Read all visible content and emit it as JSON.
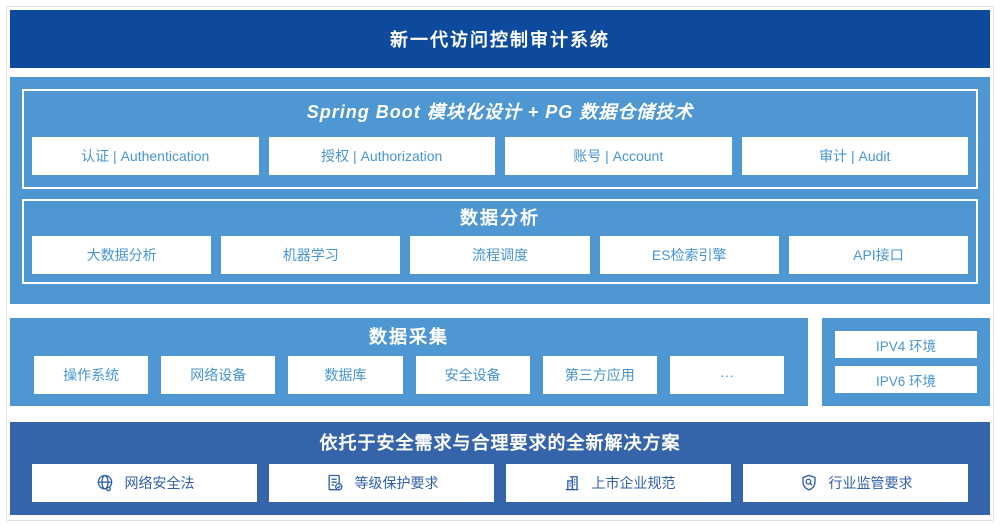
{
  "page": {
    "title": "新一代访问控制审计系统"
  },
  "colors": {
    "dark_blue": "#0d4a9e",
    "medium_blue": "#3564ab",
    "light_blue": "#4e97d3",
    "light_box_text": "#4795d2",
    "dark_box_text": "#2f5fa8"
  },
  "platform": {
    "spring": {
      "title": "Spring Boot 模块化设计 + PG 数据仓储技术",
      "items": [
        "认证 | Authentication",
        "授权 | Authorization",
        "账号 | Account",
        "审计 | Audit"
      ]
    },
    "analysis": {
      "title": "数据分析",
      "items": [
        "大数据分析",
        "机器学习",
        "流程调度",
        "ES检索引擎",
        "API接口"
      ]
    }
  },
  "collection": {
    "title": "数据采集",
    "items": [
      "操作系统",
      "网络设备",
      "数据库",
      "安全设备",
      "第三方应用",
      "···"
    ]
  },
  "environments": {
    "items": [
      "IPV4 环境",
      "IPV6 环境"
    ]
  },
  "solution": {
    "title": "依托于安全需求与合理要求的全新解决方案",
    "items": [
      {
        "icon": "globe-icon",
        "label": "网络安全法"
      },
      {
        "icon": "document-check-icon",
        "label": "等级保护要求"
      },
      {
        "icon": "building-icon",
        "label": "上市企业规范"
      },
      {
        "icon": "shield-search-icon",
        "label": "行业监管要求"
      }
    ]
  }
}
